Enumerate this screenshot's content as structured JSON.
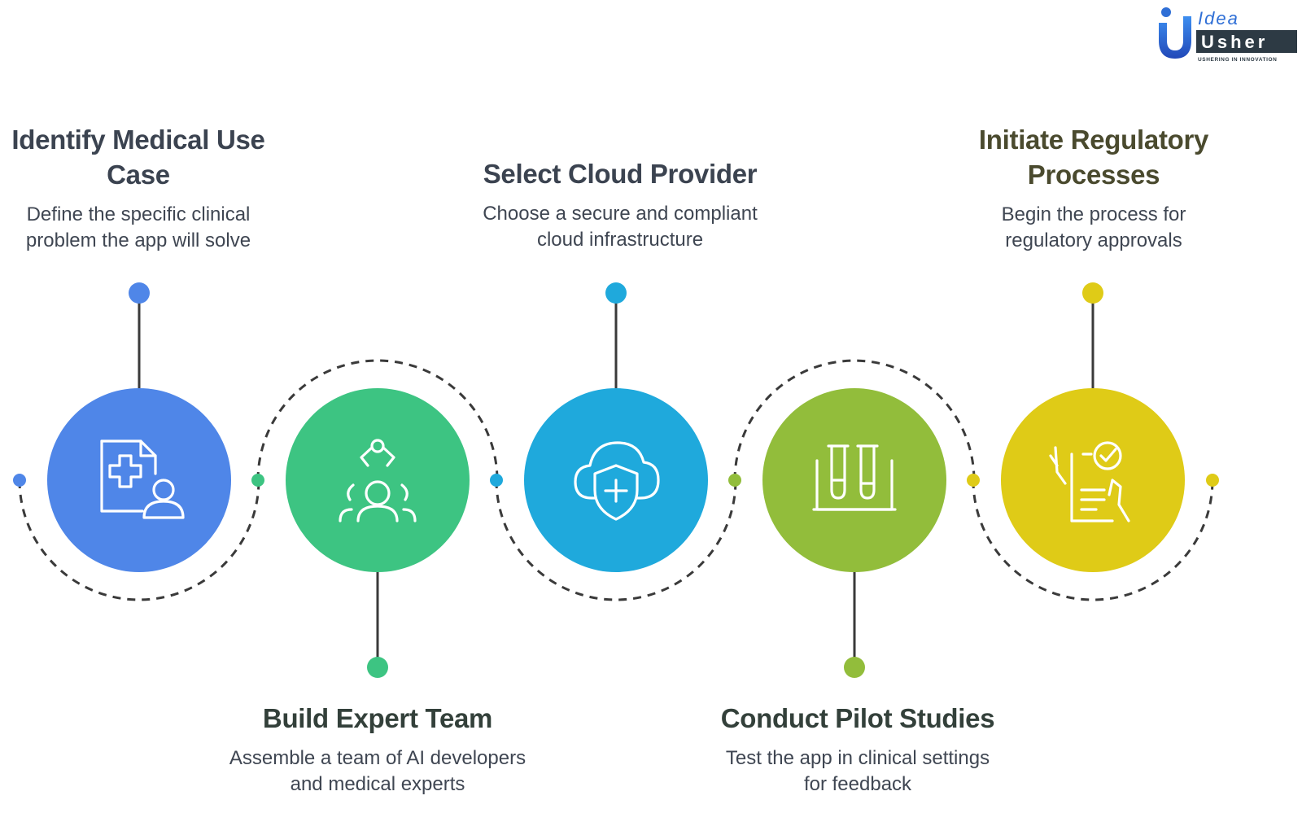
{
  "brand": {
    "name_line1": "Idea",
    "name_line2": "Usher",
    "tagline": "USHERING IN INNOVATION",
    "colors": {
      "blue": "#2f6fd6",
      "dark": "#2d3a44"
    }
  },
  "steps": [
    {
      "title": "Identify Medical Use Case",
      "description": "Define the specific clinical problem the app will solve",
      "icon": "medical-document-user-icon",
      "color": "#4f86e8",
      "label_position": "top"
    },
    {
      "title": "Build Expert Team",
      "description": "Assemble a team of AI developers and medical experts",
      "icon": "team-robot-arm-icon",
      "color": "#3dc482",
      "label_position": "bottom"
    },
    {
      "title": "Select Cloud Provider",
      "description": "Choose a secure and compliant cloud infrastructure",
      "icon": "cloud-shield-icon",
      "color": "#1fa9dc",
      "label_position": "top"
    },
    {
      "title": "Conduct Pilot Studies",
      "description": "Test the app in clinical settings for feedback",
      "icon": "test-tubes-icon",
      "color": "#92bd3b",
      "label_position": "bottom"
    },
    {
      "title": "Initiate Regulatory Processes",
      "description": "Begin the process for regulatory approvals",
      "icon": "regulatory-checklist-icon",
      "color": "#dfcb17",
      "label_position": "top"
    }
  ]
}
